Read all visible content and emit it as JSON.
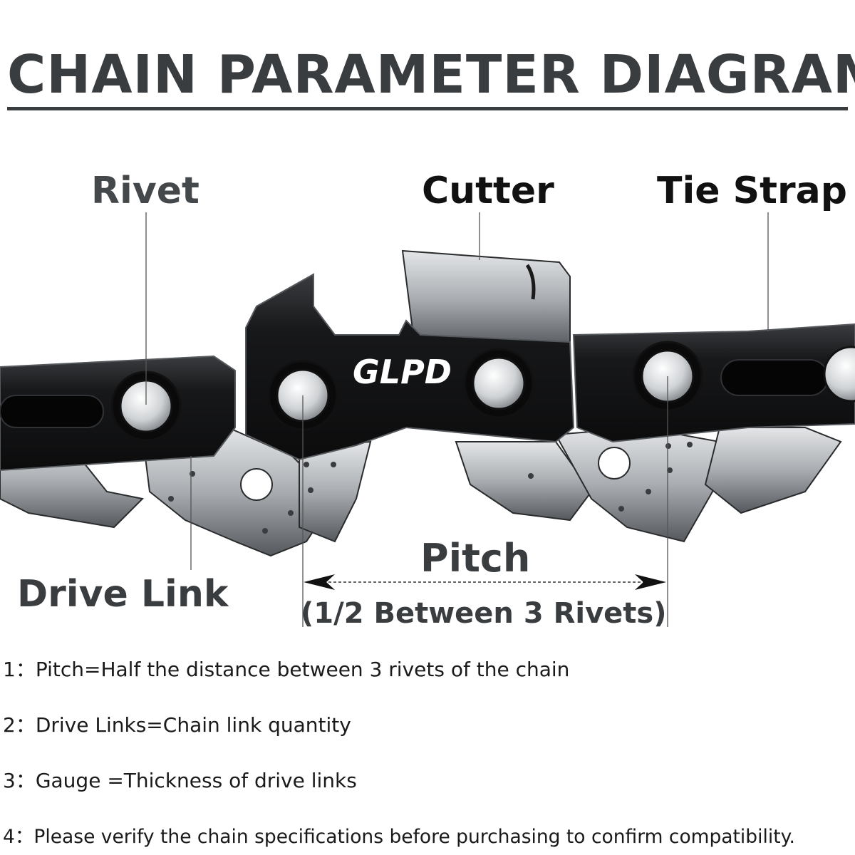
{
  "title": "CHAIN PARAMETER DIAGRAM",
  "labels": {
    "rivet": "Rivet",
    "cutter": "Cutter",
    "tie_strap": "Tie Strap",
    "drive_link": "Drive Link",
    "pitch": "Pitch",
    "pitch_sub": "(1/2 Between 3 Rivets)"
  },
  "brand_mark": "GLPD",
  "notes": [
    {
      "num": "1：",
      "text": "Pitch=Half the distance between 3 rivets of the chain"
    },
    {
      "num": "2：",
      "text": "Drive Links=Chain link quantity"
    },
    {
      "num": "3：",
      "text": "Gauge =Thickness of drive links"
    },
    {
      "num": "4：",
      "text": "Please verify the chain specifications before purchasing to confirm compatibility."
    }
  ],
  "colors": {
    "title": "#3a3d40",
    "chain_body": "#1c1d1f",
    "chain_steel": "#b8bcc0",
    "rivet": "#d9dcdf"
  }
}
